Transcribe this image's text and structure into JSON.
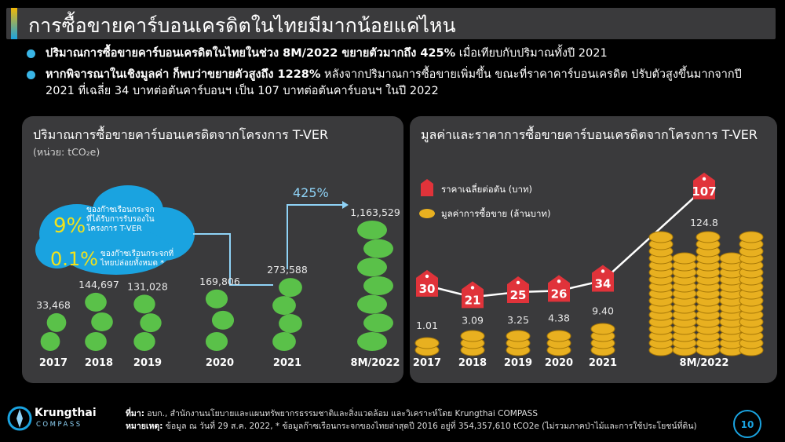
{
  "title": "การซื้อขายคาร์บอนเครดิตในไทยมีมากน้อยแค่ไหน",
  "bullets": [
    {
      "bold": "ปริมาณการซื้อขายคาร์บอนเครดิตในไทยในช่วง 8M/2022 ขยายตัวมากถึง 425%",
      "text": " เมื่อเทียบกับปริมาณทั้งปี 2021"
    },
    {
      "bold": "หากพิจารณาในเชิงมูลค่า ก็พบว่าขยายตัวสูงถึง 1228%",
      "text": " หลังจากปริมาณการซื้อขายเพิ่มขึ้น ขณะที่ราคาคาร์บอนเครดิต ปรับตัวสูงขึ้นมากจากปี 2021 ที่เฉลี่ย 34 บาทต่อตันคาร์บอนฯ เป็น 107 บาทต่อตันคาร์บอนฯ ในปี 2022"
    }
  ],
  "left_panel": {
    "title": "ปริมาณการซื้อขายคาร์บอนเครดิตจากโครงการ T-VER",
    "unit": "(หน่วย: tCO₂e)",
    "growth_label": "425%",
    "cloud": {
      "pct1": "9%",
      "text1": "ของก๊าซเรือนกระจกที่ได้รับการรับรองในโครงการ T-VER",
      "pct2": "0.1%",
      "text2": "ของก๊าซเรือนกระจกที่ไทยปล่อยทั้งหมด *"
    }
  },
  "right_panel": {
    "title": "มูลค่าและราคาการซื้อขายคาร์บอนเครดิตจากโครงการ T-VER",
    "legend_price": "ราคาเฉลี่ยต่อตัน (บาท)",
    "legend_value": "มูลค่าการซื้อขาย (ล้านบาท)"
  },
  "chart_data": [
    {
      "type": "bar",
      "title": "ปริมาณการซื้อขายคาร์บอนเครดิตจากโครงการ T-VER",
      "unit": "tCO₂e",
      "categories": [
        "2017",
        "2018",
        "2019",
        "2020",
        "2021",
        "8M/2022"
      ],
      "values": [
        33468,
        144697,
        131028,
        169806,
        273588,
        1163529
      ],
      "value_labels": [
        "33,468",
        "144,697",
        "131,028",
        "169,806",
        "273,588",
        "1,163,529"
      ],
      "annotation": "425%"
    },
    {
      "type": "bar",
      "title": "มูลค่าและราคาการซื้อขายคาร์บอนเครดิตจากโครงการ T-VER",
      "categories": [
        "2017",
        "2018",
        "2019",
        "2020",
        "2021",
        "8M/2022"
      ],
      "series": [
        {
          "name": "มูลค่าการซื้อขาย (ล้านบาท)",
          "type": "bar",
          "values": [
            1.01,
            3.09,
            3.25,
            4.38,
            9.4,
            124.8
          ],
          "value_labels": [
            "1.01",
            "3.09",
            "3.25",
            "4.38",
            "9.40",
            "124.8"
          ]
        },
        {
          "name": "ราคาเฉลี่ยต่อตัน (บาท)",
          "type": "line",
          "values": [
            30,
            21,
            25,
            26,
            34,
            107
          ]
        }
      ]
    }
  ],
  "footer": {
    "source_label": "ที่มา:",
    "source_text": " อบก., สำนักงานนโยบายและแผนทรัพยากรธรรมชาติและสิ่งแวดล้อม และวิเคราะห์โดย Krungthai COMPASS",
    "note_label": "หมายเหตุ:",
    "note_text": " ข้อมูล ณ วันที่ 29 ส.ค. 2022, * ข้อมูลก๊าซเรือนกระจกของไทยล่าสุดปี 2016 อยู่ที่ 354,357,610 tCO2e (ไม่รวมภาคป่าไม้และการใช้ประโยชน์ที่ดิน)"
  },
  "logo": {
    "name": "Krungthai",
    "sub": "COMPASS"
  },
  "page_number": "10",
  "colors": {
    "accent_blue": "#39b5e6",
    "green": "#5cc84a",
    "gold": "#e8b020",
    "price_red": "#e0333a",
    "panel": "#3a3a3c"
  }
}
